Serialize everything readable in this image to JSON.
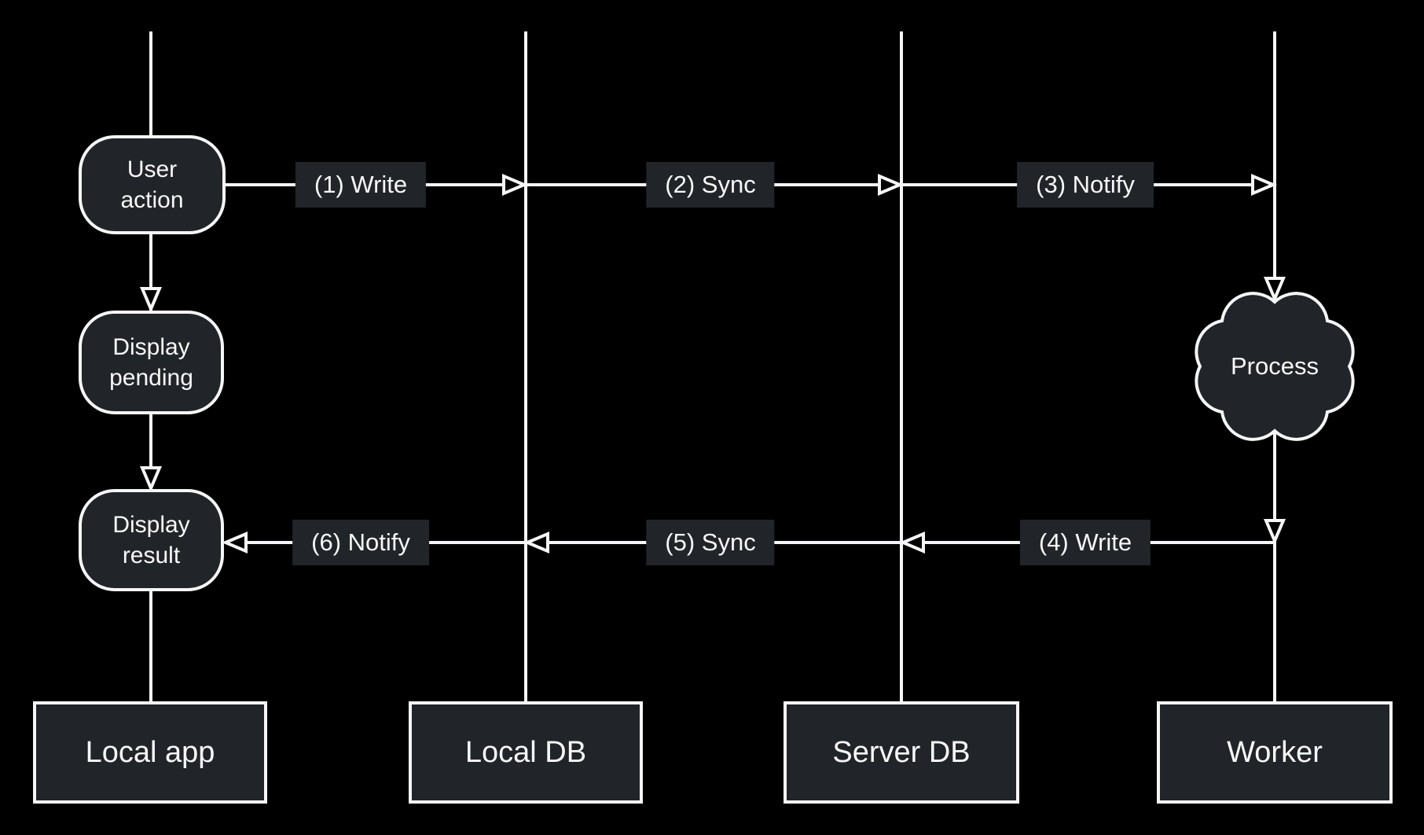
{
  "colors": {
    "background": "#000000",
    "node_fill": "#212529",
    "line": "#f5f6f7",
    "text": "#f7f8f8"
  },
  "lanes": [
    {
      "label": "Local app"
    },
    {
      "label": "Local DB"
    },
    {
      "label": "Server DB"
    },
    {
      "label": "Worker"
    }
  ],
  "nodes": [
    {
      "label": "User\naction"
    },
    {
      "label": "Display\npending"
    },
    {
      "label": "Display\nresult"
    }
  ],
  "cloud": {
    "label": "Process"
  },
  "edges": [
    {
      "label": "(1) Write"
    },
    {
      "label": "(2) Sync"
    },
    {
      "label": "(3) Notify"
    },
    {
      "label": "(4) Write"
    },
    {
      "label": "(5) Sync"
    },
    {
      "label": "(6) Notify"
    }
  ]
}
